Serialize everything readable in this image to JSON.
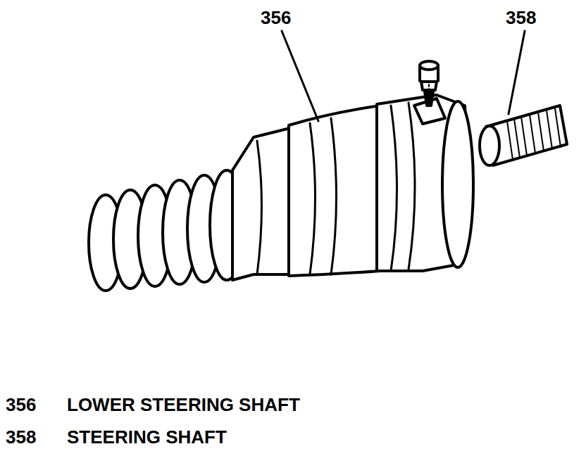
{
  "diagram": {
    "labels": [
      "356",
      "358",
      "356",
      "LOWER STEERING SHAFT",
      "358",
      "STEERING SHAFT"
    ]
  }
}
